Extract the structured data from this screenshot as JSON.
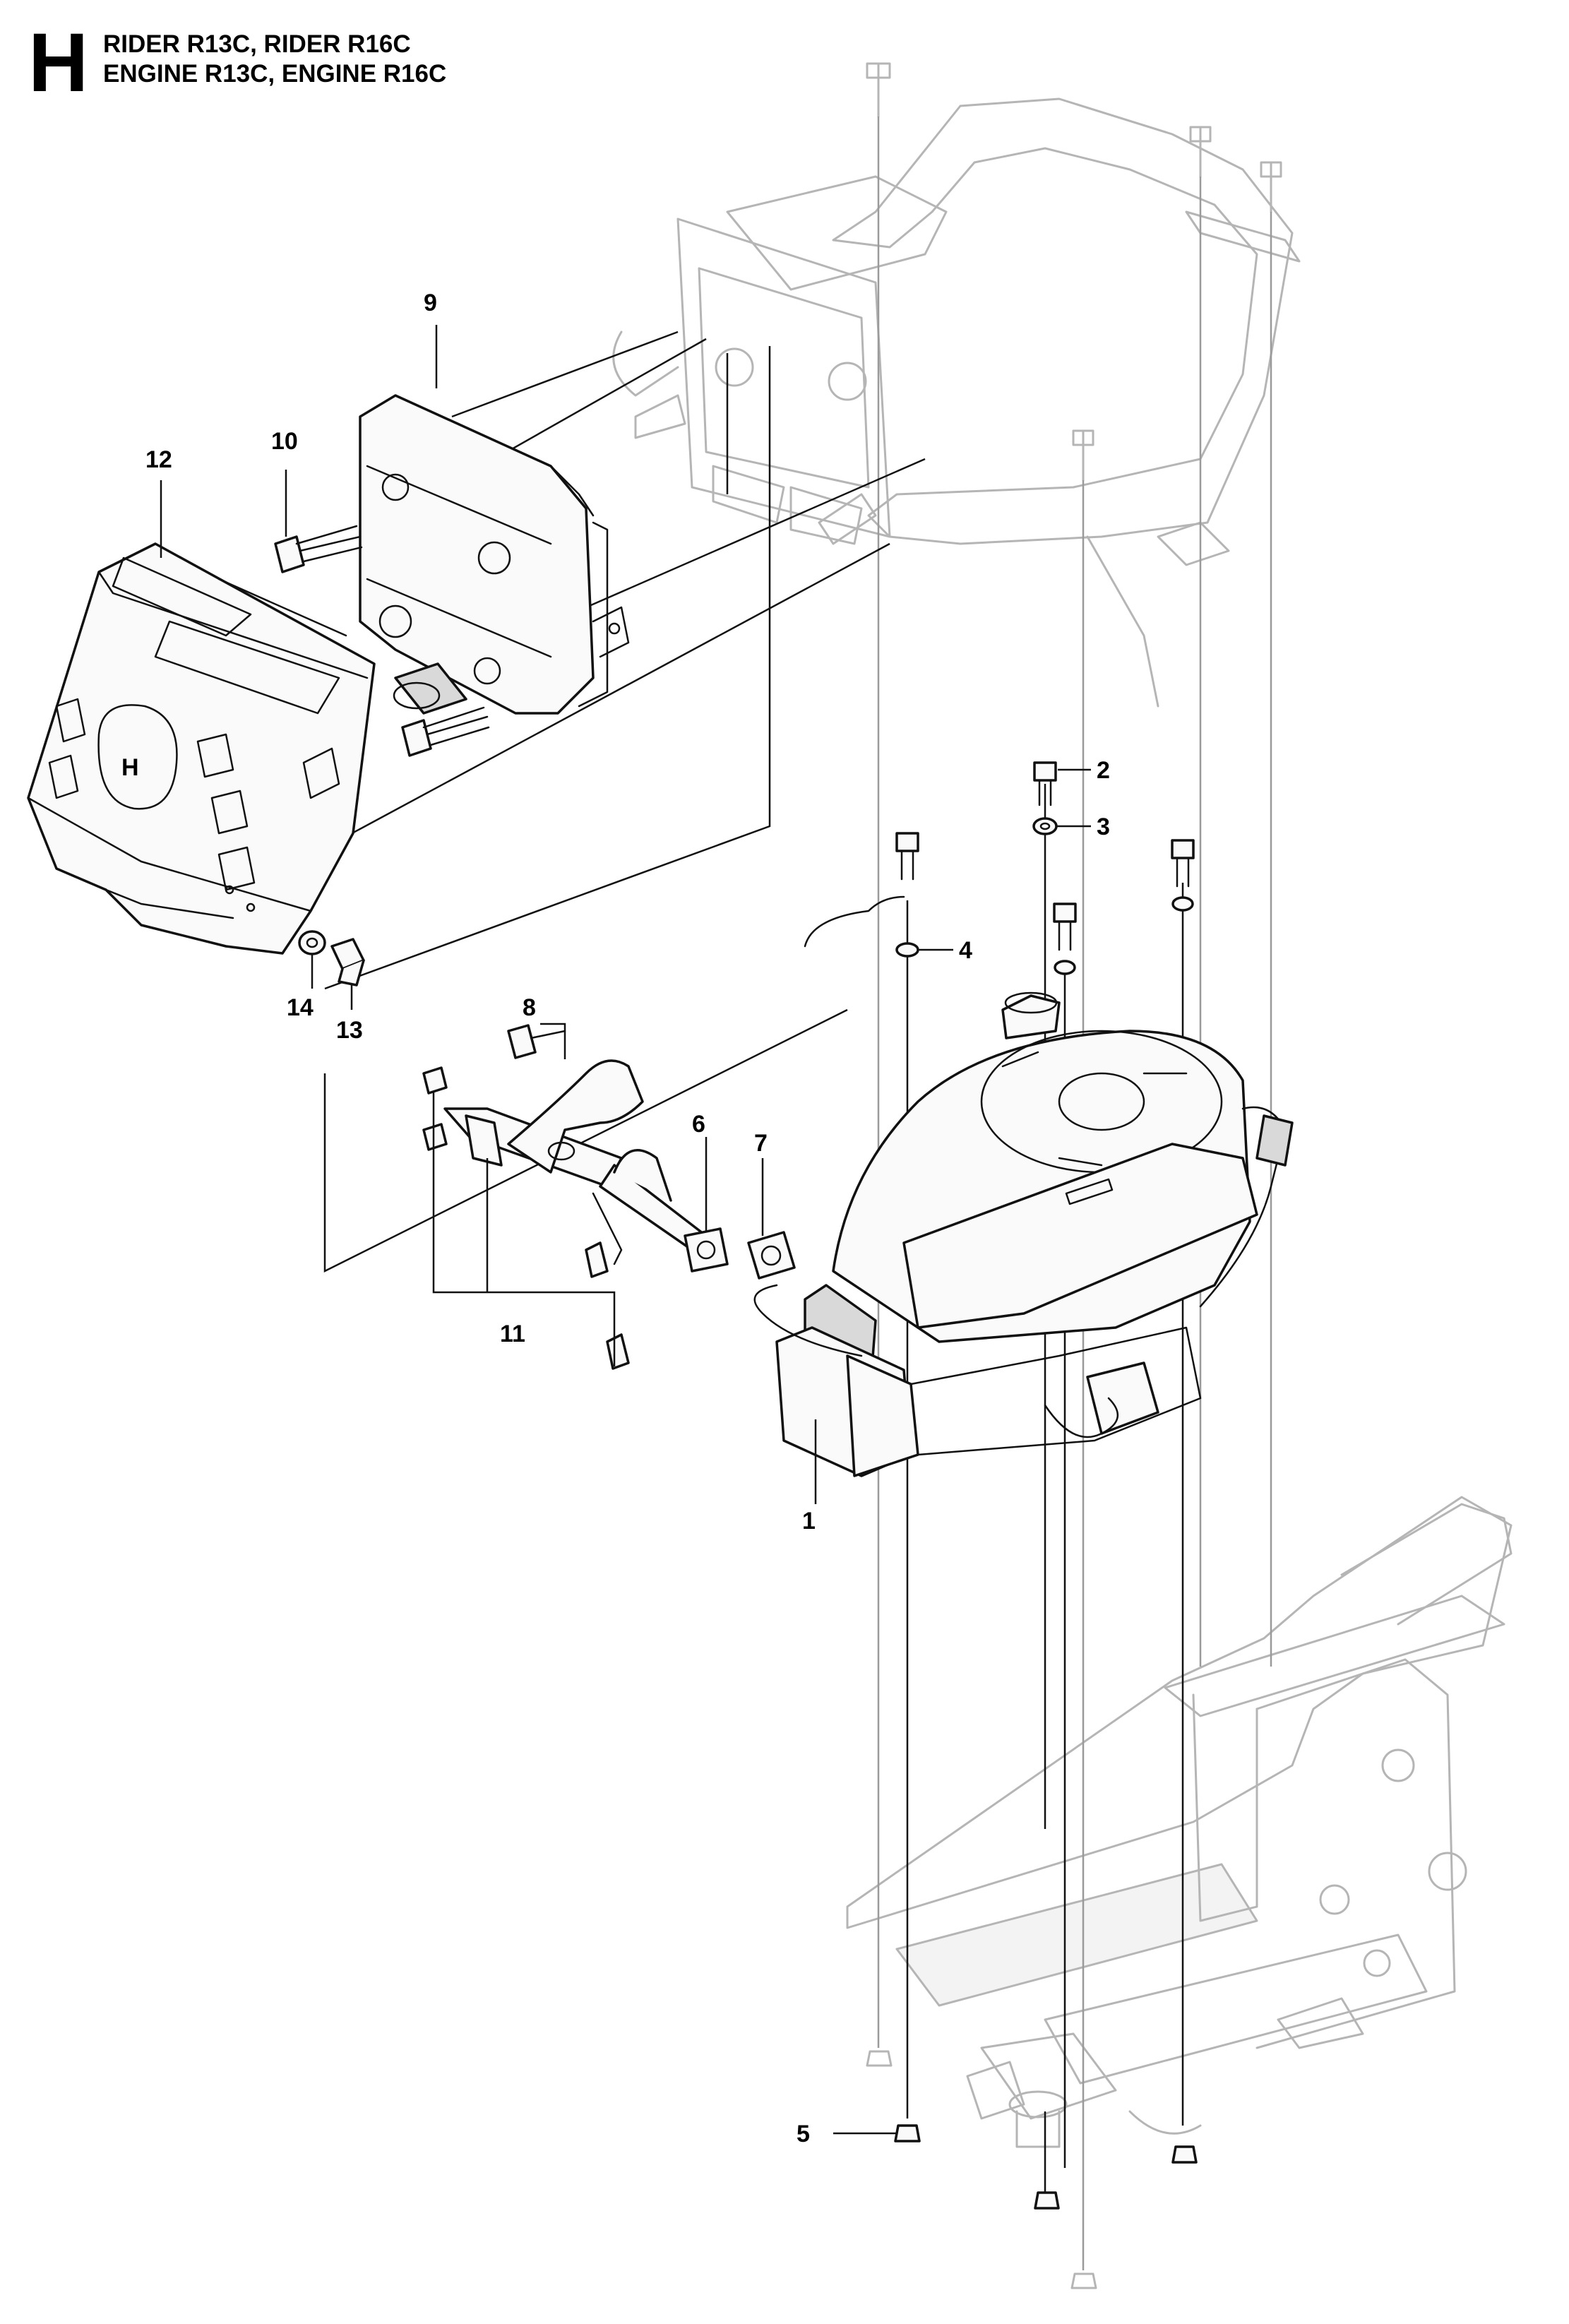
{
  "header": {
    "section_letter": "H",
    "title_lines": [
      "RIDER R13C, RIDER R16C",
      "ENGINE R13C, ENGINE R16C"
    ]
  },
  "callouts": [
    "1",
    "2",
    "3",
    "4",
    "5",
    "6",
    "7",
    "8",
    "9",
    "10",
    "11",
    "12",
    "13",
    "14"
  ]
}
